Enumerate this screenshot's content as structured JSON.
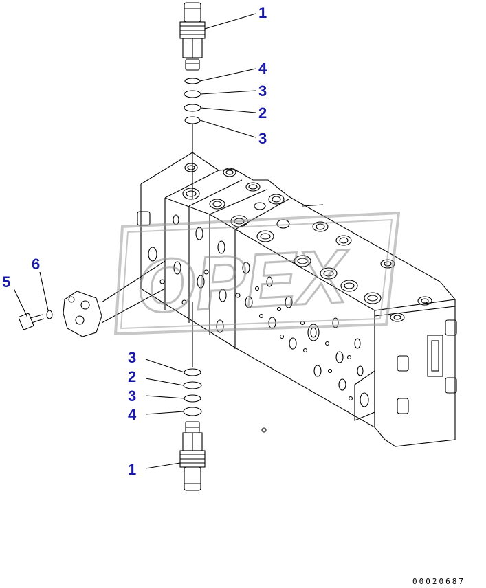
{
  "callouts": {
    "top_1": "1",
    "top_4": "4",
    "top_3a": "3",
    "top_2": "2",
    "top_3b": "3",
    "bot_3a": "3",
    "bot_2": "2",
    "bot_3b": "3",
    "bot_4": "4",
    "bot_1": "1",
    "left_5": "5",
    "left_6": "6"
  },
  "watermark": "OPEX",
  "drawing_number": "00020687",
  "colors": {
    "callout": "#1a1aa8",
    "line": "#000000",
    "watermark": "#9a9a9a"
  }
}
